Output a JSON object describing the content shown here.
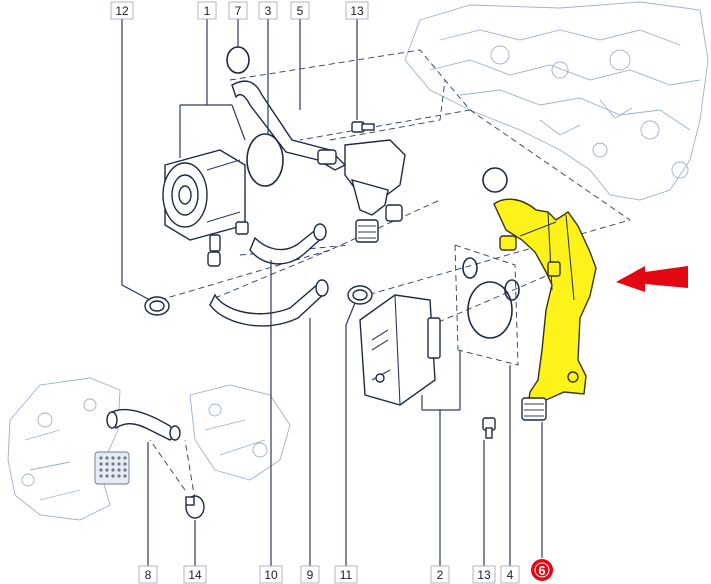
{
  "callouts": {
    "c12": "12",
    "c1": "1",
    "c7": "7",
    "c3": "3",
    "c5": "5",
    "c13_top": "13",
    "c8": "8",
    "c14": "14",
    "c10": "10",
    "c9": "9",
    "c11": "11",
    "c2": "2",
    "c13_bottom": "13",
    "c4": "4",
    "c6": "6"
  },
  "highlight": {
    "part_label": "6",
    "part_color": "#fdf21a",
    "marker_color": "#e30613",
    "arrow_color": "#e30613"
  }
}
